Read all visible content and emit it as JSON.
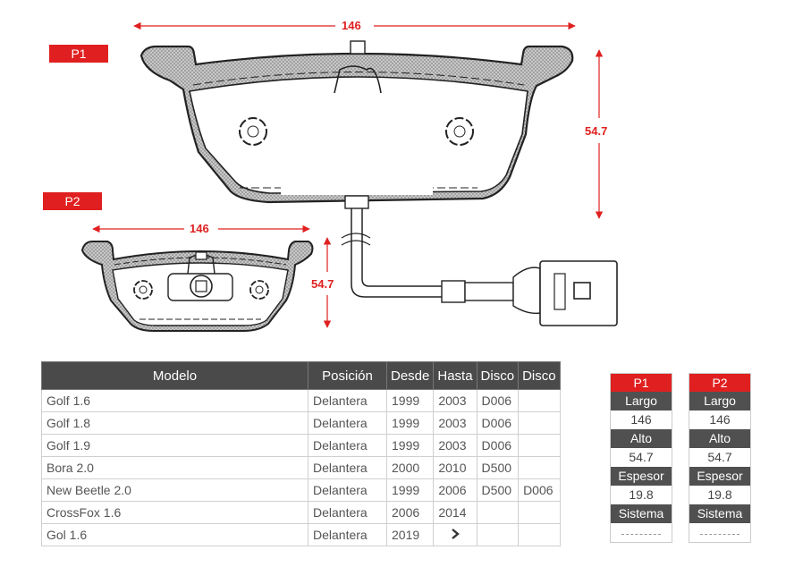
{
  "drawing": {
    "p1": {
      "tag": "P1",
      "width": "146",
      "height": "54.7"
    },
    "p2": {
      "tag": "P2",
      "width": "146",
      "height": "54.7"
    }
  },
  "table": {
    "headers": [
      "Modelo",
      "Posición",
      "Desde",
      "Hasta",
      "Disco",
      "Disco"
    ],
    "rows": [
      [
        "Golf 1.6",
        "Delantera",
        "1999",
        "2003",
        "D006",
        ""
      ],
      [
        "Golf 1.8",
        "Delantera",
        "1999",
        "2003",
        "D006",
        ""
      ],
      [
        "Golf 1.9",
        "Delantera",
        "1999",
        "2003",
        "D006",
        ""
      ],
      [
        "Bora 2.0",
        "Delantera",
        "2000",
        "2010",
        "D500",
        ""
      ],
      [
        "New Beetle 2.0",
        "Delantera",
        "1999",
        "2006",
        "D500",
        "D006"
      ],
      [
        "CrossFox 1.6",
        "Delantera",
        "2006",
        "2014",
        "",
        ""
      ],
      [
        "Gol 1.6",
        "Delantera",
        "2019",
        "",
        "",
        ""
      ]
    ]
  },
  "specs": [
    {
      "title": "P1",
      "largo_label": "Largo",
      "largo": "146",
      "alto_label": "Alto",
      "alto": "54.7",
      "espesor_label": "Espesor",
      "espesor": "19.8",
      "sistema_label": "Sistema"
    },
    {
      "title": "P2",
      "largo_label": "Largo",
      "largo": "146",
      "alto_label": "Alto",
      "alto": "54.7",
      "espesor_label": "Espesor",
      "espesor": "19.8",
      "sistema_label": "Sistema"
    }
  ],
  "colors": {
    "accent": "#e02020",
    "header": "#4a4a4a"
  }
}
